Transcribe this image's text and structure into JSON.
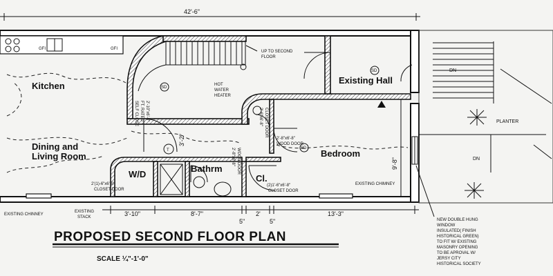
{
  "title": "PROPOSED SECOND FLOOR PLAN",
  "scale": "SCALE ¼\"-1'-0\"",
  "rooms": {
    "kitchen": "Kitchen",
    "dining_1": "Dining and",
    "dining_2": "Living Room",
    "hall": "Existing Hall",
    "bedroom": "Bedroom",
    "bathroom": "Bathrm",
    "washer_dryer": "W/D",
    "closet": "Cl.",
    "planter": "PLANTER"
  },
  "dimensions": {
    "overall": "42'-6\"",
    "d1": "3'-10\"",
    "d2": "8'-7\"",
    "d3": "2'",
    "d4": "13'-3\"",
    "d5": "5\"",
    "d6": "5\"",
    "bedroom_height": "9'-8\"",
    "bath_height": "3'-2\""
  },
  "notes": {
    "up_1": "UP TO SECOND",
    "up_2": "FLOOR",
    "hot_1": "HOT",
    "hot_2": "WATER",
    "hot_3": "HEATER",
    "door_a_1": "2'-10\"x6'-8\"",
    "door_a_2": "FT. RATED",
    "door_a_3": "SELF CLOSE",
    "closet_door_v1": "2'-6\"x6'-8\"",
    "closet_door_v2": "CLOSET DOOR",
    "wood_door_1": "2'-8\"x6'-8\"",
    "wood_door_2": "WOOD DOOR",
    "wood_door_v1": "2'-8\"x6'-8\"",
    "wood_door_v2": "WOOD DOOR",
    "cd_left_1": "2'(1)-6\"x6'-8\"",
    "cd_left_2": "CLOSET DOOR",
    "cd_right_1": "(2)1'-6\"x6'-8\"",
    "cd_right_2": "CLOSET DOOR",
    "chimney_right": "EXISTING CHIMNEY",
    "chimney_left": "EXISTING CHINNEY",
    "stack_1": "EXISTING",
    "stack_2": "STACK",
    "window_1": "NEW DOUBLE HUNG",
    "window_2": "WINDOW",
    "window_3": "INSULATED( FINISH",
    "window_4": "HISTORICAL GREEN)",
    "window_5": "TO  FIT W/ EXISTING",
    "window_6": "MASONRY OPENING",
    "window_7": "TO BE APROVAL W/",
    "window_8": "JERSY CITY",
    "window_9": "HISTORICAL SOCIETY",
    "dn_1": "DN",
    "dn_2": "DN",
    "gfi_1": "GFI",
    "gfi_2": "GFI",
    "sd_1": "SD",
    "sd_2": "SD",
    "sd_3": "SD",
    "t": "T"
  }
}
